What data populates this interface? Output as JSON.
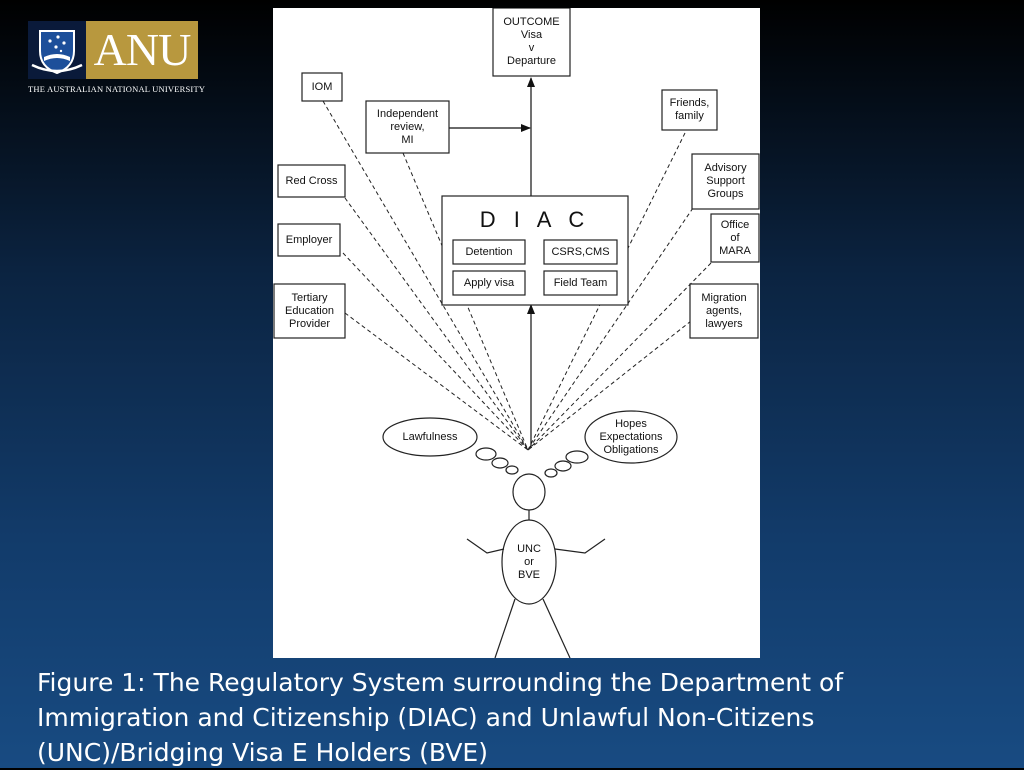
{
  "logo": {
    "text": "ANU",
    "subtitle": "THE AUSTRALIAN NATIONAL UNIVERSITY"
  },
  "diagram": {
    "outcome": "OUTCOME\nVisa\nv\nDeparture",
    "iom": "IOM",
    "independent_review": "Independent\nreview,\nMI",
    "red_cross": "Red Cross",
    "employer": "Employer",
    "tertiary": "Tertiary\nEducation\nProvider",
    "friends": "Friends,\nfamily",
    "advisory": "Advisory\nSupport\nGroups",
    "mara": "Office\nof\nMARA",
    "migration": "Migration\nagents,\nlawyers",
    "diac": {
      "title": "D I A C",
      "detention": "Detention",
      "csrs": "CSRS,CMS",
      "apply_visa": "Apply visa",
      "field_team": "Field Team"
    },
    "lawfulness": "Lawfulness",
    "hopes": "Hopes\nExpectations\nObligations",
    "person": "UNC\nor\nBVE"
  },
  "caption": "Figure 1: The Regulatory System surrounding the Department of Immigration and Citizenship (DIAC) and Unlawful Non-Citizens (UNC)/Bridging Visa E Holders (BVE)"
}
